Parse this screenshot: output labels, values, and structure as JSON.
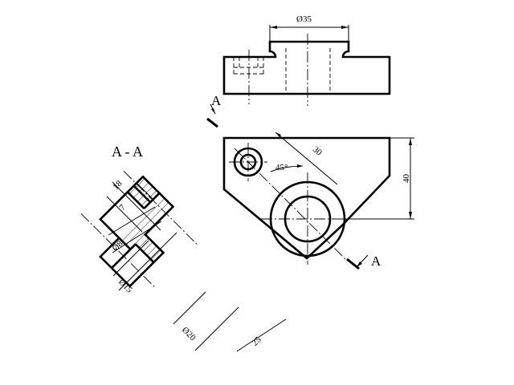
{
  "section_title": "A - A",
  "cut_marks": {
    "top": "A",
    "bottom": "A"
  },
  "dimensions": {
    "top_dia": "Ø35",
    "offset": "30",
    "angle": "45°",
    "height": "40",
    "dim18": "18",
    "dim7": "7",
    "dia8": "Ø8",
    "dia15": "Ø15",
    "dia20": "Ø20",
    "dim25": "25"
  }
}
